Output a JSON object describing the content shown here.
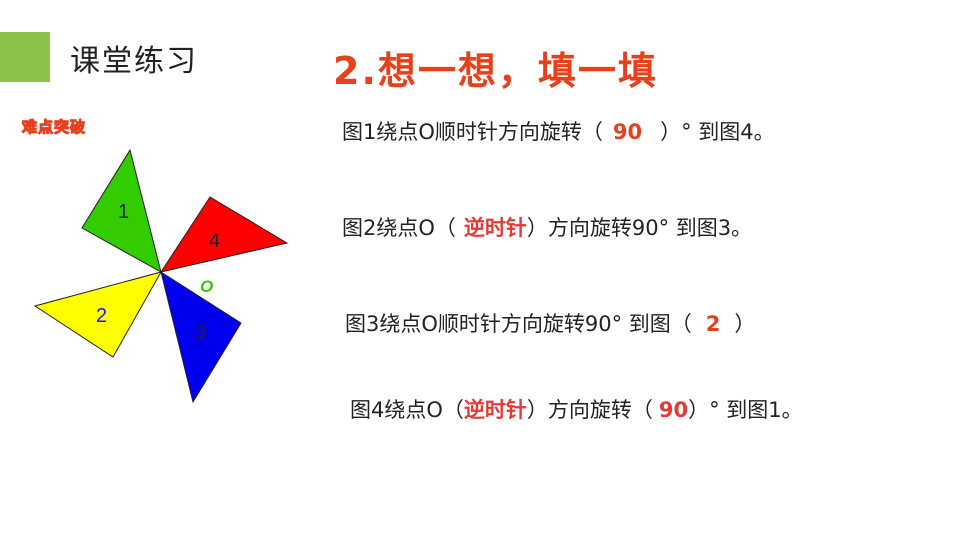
{
  "header": {
    "section_title": "课堂练习",
    "main_title": "2.想一想，填一填",
    "accent_color": "#8bc34a"
  },
  "badge": {
    "text": "难点突破"
  },
  "figure": {
    "center_label": "O",
    "triangles": [
      {
        "label": "1",
        "color": "#33cc00"
      },
      {
        "label": "4",
        "color": "#ff0000"
      },
      {
        "label": "2",
        "color": "#ffff00"
      },
      {
        "label": "3",
        "color": "#0000ee"
      }
    ]
  },
  "questions": [
    {
      "pre": "图1绕点O顺时针方向旋转（",
      "answer": "90",
      "post": "）°  到图4。"
    },
    {
      "pre": "图2绕点O（",
      "answer": "逆时针",
      "post": "）方向旋转90°  到图3。"
    },
    {
      "pre": "图3绕点O顺时针方向旋转90°  到图（",
      "answer": "2",
      "post": "）"
    },
    {
      "pre": "图4绕点O（",
      "answer": "逆时针",
      "mid": "）方向旋转（",
      "answer2": "90",
      "post": "）° 到图1。"
    }
  ]
}
